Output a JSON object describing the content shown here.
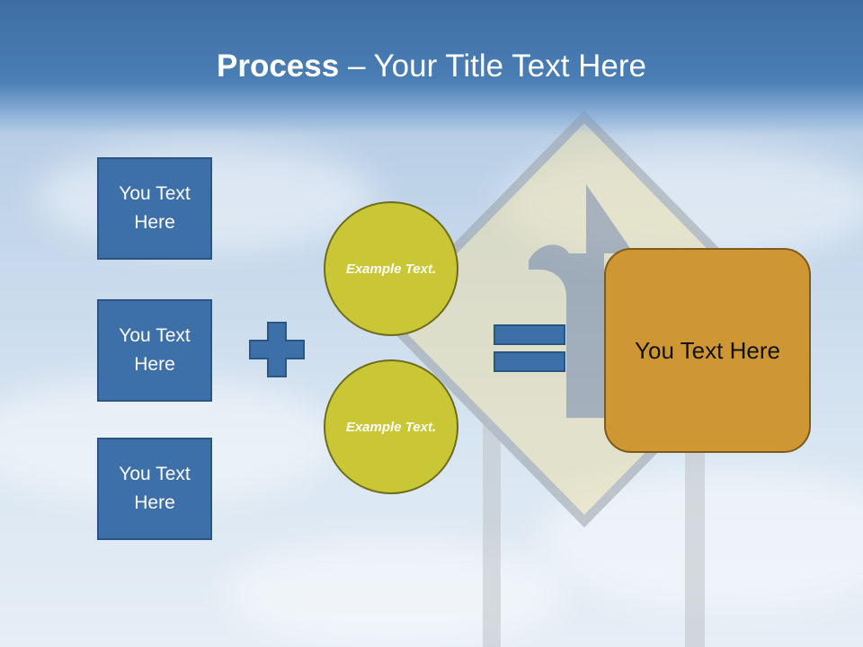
{
  "slide": {
    "title_bold": "Process",
    "title_rest": " – Your Title Text Here",
    "boxes": [
      "You Text Here",
      "You Text Here",
      "You Text Here"
    ],
    "circles": [
      "Example Text.",
      "Example Text."
    ],
    "result": "You Text Here"
  },
  "colors": {
    "header": "#3e6ea4",
    "box": "#3d6fa8",
    "circle": "#c9c735",
    "result": "#cf9733"
  },
  "icons": [
    "plus-icon",
    "equals-icon",
    "road-sign-background"
  ]
}
